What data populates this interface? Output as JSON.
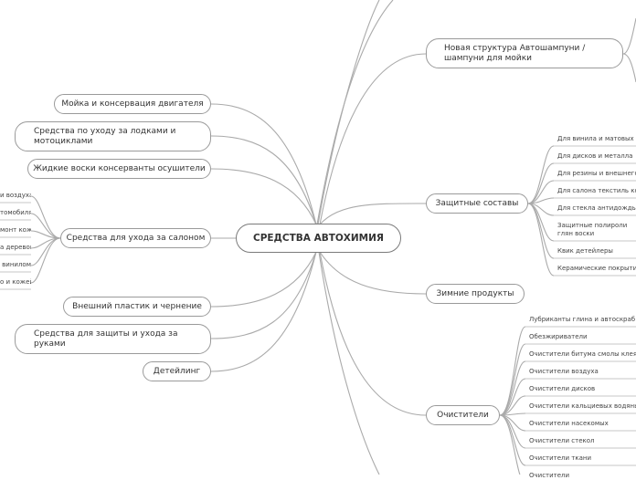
{
  "center": "СРЕДСТВА АВТОХИМИЯ",
  "left_branches": [
    "Мойка и консервация двигателя",
    "Средства по уходу за лодками и мотоциклами",
    "Жидкие воски консерванты осушители",
    "Средства для ухода за салоном",
    "Внешний пластик и чернение",
    "Средства для защиты и ухода за руками",
    "Детейлинг"
  ],
  "salon_leaves": [
    "и воздуха",
    "томобиля",
    "монт кожи",
    "а деревом",
    "винилом",
    "о и кожей"
  ],
  "right_branches": {
    "shampoo": "Новая структура Автошампуни / шампуни для мойки",
    "protective": "Защитные составы",
    "winter": "Зимние продукты",
    "cleaners": "Очистители"
  },
  "protective_leaves": [
    "Для винила и матовых по",
    "Для дисков и металла",
    "Для резины и внешнего",
    "Для салона текстиль кож",
    "Для стекла антидождь ан",
    "Защитные полироли глян воски",
    "Квик детейлеры",
    "Керамические покрытия"
  ],
  "cleaner_leaves": [
    "Лубриканты глина и автоскраб",
    "Обезжириватели",
    "Очистители битума смолы клея",
    "Очистители воздуха",
    "Очистители дисков",
    "Очистители кальциевых водяных",
    "Очистители насекомых",
    "Очистители стекол",
    "Очистители ткани",
    "Очистители"
  ]
}
